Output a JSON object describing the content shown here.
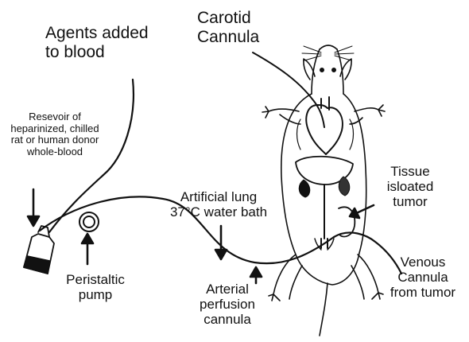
{
  "labels": {
    "agents": [
      "Agents added",
      "to blood"
    ],
    "carotid": [
      "Carotid",
      "Cannula"
    ],
    "reservoir": [
      "Resevoir of",
      "heparinized, chilled",
      "rat or human donor",
      "whole-blood"
    ],
    "tissue": [
      "Tissue",
      "isloated",
      "tumor"
    ],
    "lung": [
      "Artificial lung",
      "37°C water bath"
    ],
    "pump": [
      "Peristaltic",
      "pump"
    ],
    "arterial": [
      "Arterial",
      "perfusion",
      "cannula"
    ],
    "venous": [
      "Venous",
      "Cannula",
      "from tumor"
    ]
  },
  "colors": {
    "ink": "#111111",
    "background": "#ffffff"
  }
}
